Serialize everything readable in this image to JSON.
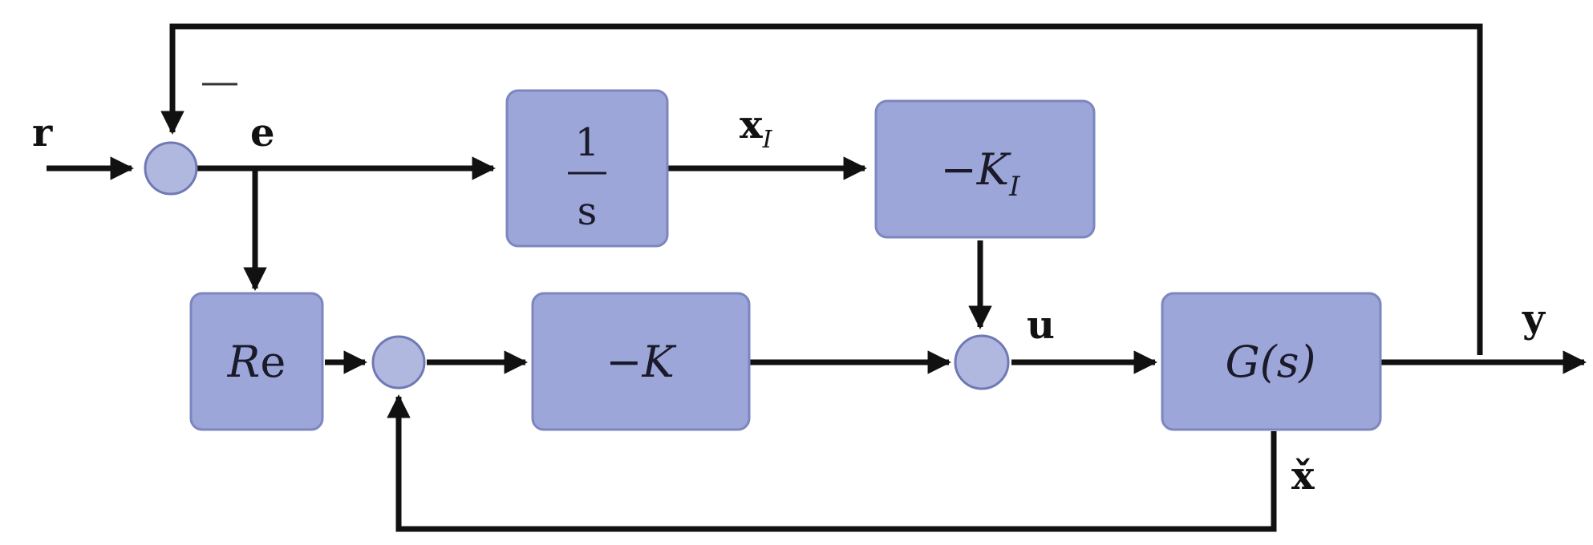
{
  "signals": {
    "reference": "r",
    "error": "e",
    "integrator_state": "x",
    "integrator_state_subscript": "I",
    "control": "u",
    "output": "y",
    "state_estimate": "x̌",
    "feedback_sign": "−"
  },
  "blocks": {
    "integrator_numerator": "1",
    "integrator_denominator": "s",
    "integral_gain": "−K",
    "integral_gain_subscript": "I",
    "feedforward_italic": "R",
    "feedforward_upright": "e",
    "state_gain": "−K",
    "plant": "G(s)"
  }
}
